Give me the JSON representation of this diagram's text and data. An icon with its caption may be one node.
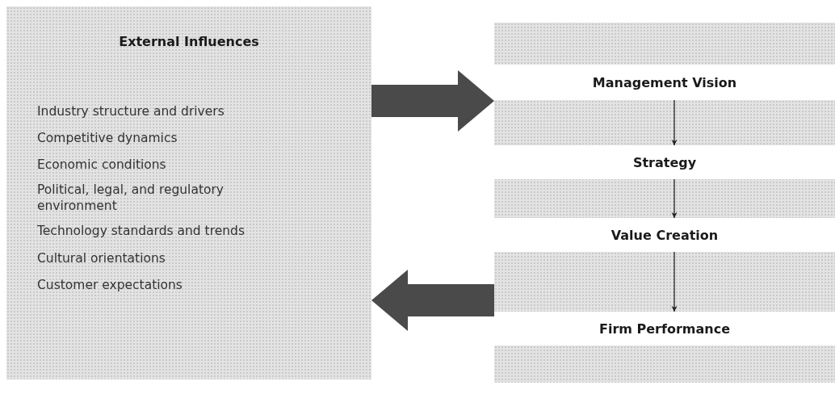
{
  "diagram": {
    "nodes": [
      {
        "text": [
          "External Influences",
          "Industry structure and drivers",
          "Competitive dynamics",
          "Economic conditions",
          "Political, legal, and regulatory environment",
          "Technology standards and trends",
          "Cultural orientations",
          "Customer expectations"
        ]
      },
      {
        "text": [],
        "shape": "box"
      },
      {
        "text": [
          "Management Vision"
        ],
        "in": 1
      },
      {
        "text": [
          "Strategy"
        ],
        "in": 1
      },
      {
        "text": [
          "Value Creation"
        ],
        "in": 1
      },
      {
        "text": [
          "Firm Performance"
        ],
        "in": 1
      }
    ],
    "edges": [
      {
        "from": 0,
        "to": 1,
        "arrow": "to",
        "style": "thick",
        "color": "#4a4a4a"
      },
      {
        "from": 1,
        "to": 0,
        "arrow": "to",
        "style": "thick",
        "color": "#4a4a4a"
      },
      {
        "from": 2,
        "to": 3,
        "arrow": "to"
      },
      {
        "from": 3,
        "to": 4,
        "arrow": "to"
      },
      {
        "from": 4,
        "to": 5,
        "arrow": "to"
      }
    ]
  }
}
